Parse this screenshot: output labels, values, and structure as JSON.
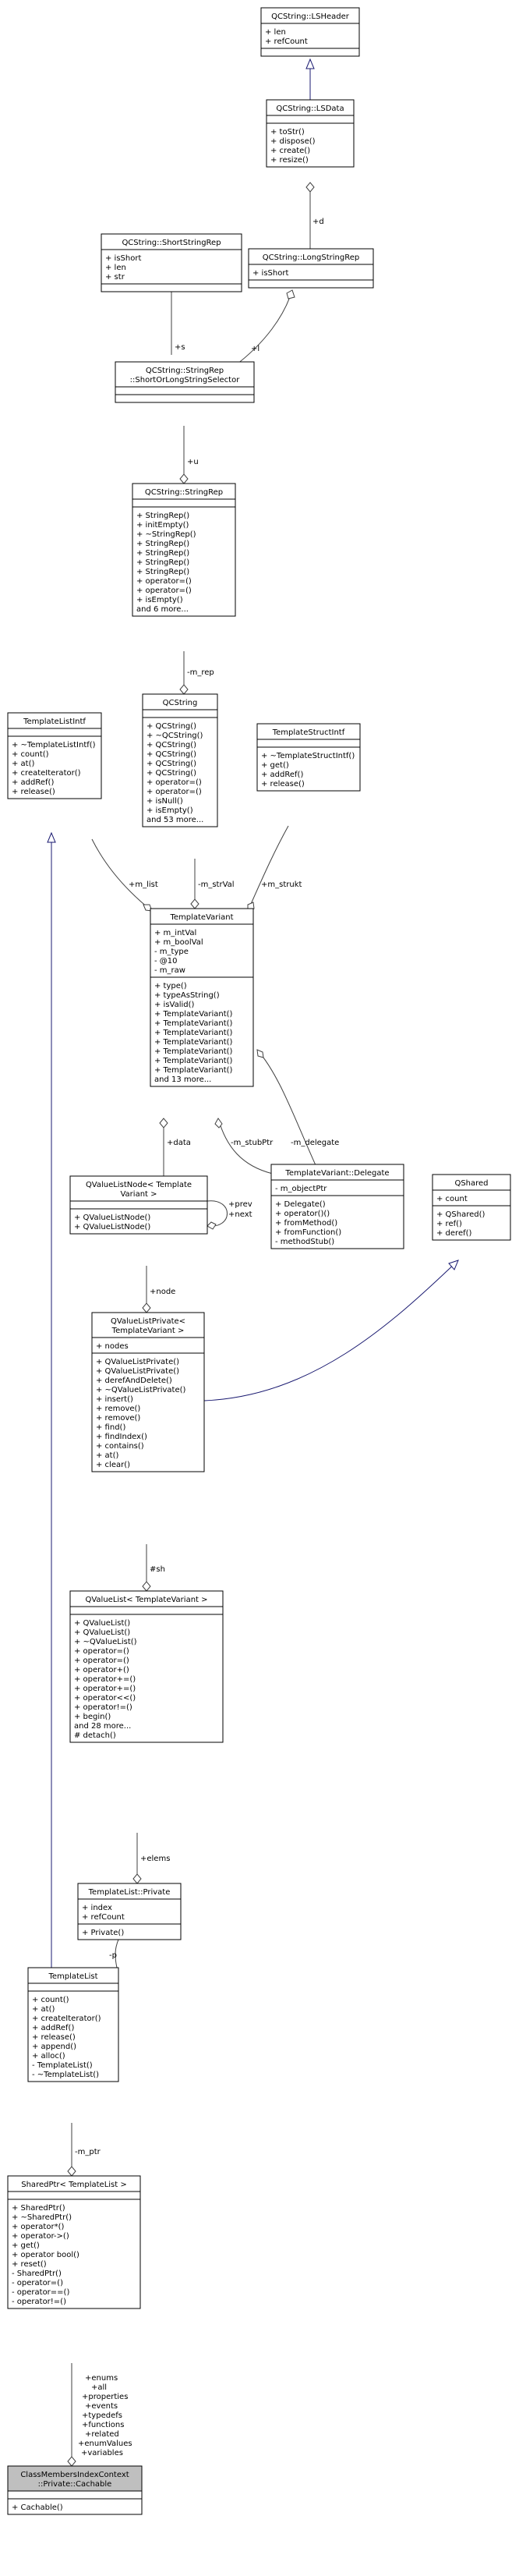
{
  "classes": [
    {
      "id": "lsheader",
      "title": [
        "QCString::LSHeader"
      ],
      "attrs": [
        "+ len",
        "+ refCount"
      ],
      "methods": []
    },
    {
      "id": "lsdata",
      "title": [
        "QCString::LSData"
      ],
      "attrs": [],
      "methods": [
        "+ toStr()",
        "+ dispose()",
        "+ create()",
        "+ resize()"
      ]
    },
    {
      "id": "shortstringrep",
      "title": [
        "QCString::ShortStringRep"
      ],
      "attrs": [
        "+ isShort",
        "+ len",
        "+ str"
      ],
      "methods": []
    },
    {
      "id": "longstringrep",
      "title": [
        "QCString::LongStringRep"
      ],
      "attrs": [
        "+ isShort"
      ],
      "methods": []
    },
    {
      "id": "stringrep_selector",
      "title": [
        "QCString::StringRep",
        "::ShortOrLongStringSelector"
      ],
      "attrs": [],
      "methods": []
    },
    {
      "id": "stringrep",
      "title": [
        "QCString::StringRep"
      ],
      "attrs": [],
      "methods": [
        "+ StringRep()",
        "+ initEmpty()",
        "+ ~StringRep()",
        "+ StringRep()",
        "+ StringRep()",
        "+ StringRep()",
        "+ StringRep()",
        "+ operator=()",
        "+ operator=()",
        "+ isEmpty()",
        "and 6 more..."
      ]
    },
    {
      "id": "templatelistintf",
      "title": [
        "TemplateListIntf"
      ],
      "attrs": [],
      "methods": [
        "+ ~TemplateListIntf()",
        "+ count()",
        "+ at()",
        "+ createIterator()",
        "+ addRef()",
        "+ release()"
      ]
    },
    {
      "id": "qcstring",
      "title": [
        "QCString"
      ],
      "attrs": [],
      "methods": [
        "+ QCString()",
        "+ ~QCString()",
        "+ QCString()",
        "+ QCString()",
        "+ QCString()",
        "+ QCString()",
        "+ operator=()",
        "+ operator=()",
        "+ isNull()",
        "+ isEmpty()",
        "and 53 more..."
      ]
    },
    {
      "id": "templatestructintf",
      "title": [
        "TemplateStructIntf"
      ],
      "attrs": [],
      "methods": [
        "+ ~TemplateStructIntf()",
        "+ get()",
        "+ addRef()",
        "+ release()"
      ]
    },
    {
      "id": "templatevariant",
      "title": [
        "TemplateVariant"
      ],
      "attrs": [
        "+ m_intVal",
        "+ m_boolVal",
        "- m_type",
        "- @10",
        "- m_raw"
      ],
      "methods": [
        "+ type()",
        "+ typeAsString()",
        "+ isValid()",
        "+ TemplateVariant()",
        "+ TemplateVariant()",
        "+ TemplateVariant()",
        "+ TemplateVariant()",
        "+ TemplateVariant()",
        "+ TemplateVariant()",
        "+ TemplateVariant()",
        "and 13 more..."
      ]
    },
    {
      "id": "qvaluelistnode",
      "title": [
        "QValueListNode< Template",
        "Variant >"
      ],
      "attrs": [],
      "methods": [
        "+ QValueListNode()",
        "+ QValueListNode()"
      ]
    },
    {
      "id": "delegate",
      "title": [
        "TemplateVariant::Delegate"
      ],
      "attrs": [
        "- m_objectPtr"
      ],
      "methods": [
        "+ Delegate()",
        "+ operator()()",
        "+ fromMethod()",
        "+ fromFunction()",
        "- methodStub()"
      ]
    },
    {
      "id": "qshared",
      "title": [
        "QShared"
      ],
      "attrs": [
        "+ count"
      ],
      "methods": [
        "+ QShared()",
        "+ ref()",
        "+ deref()"
      ]
    },
    {
      "id": "qvaluelistprivate",
      "title": [
        "QValueListPrivate<",
        "TemplateVariant >"
      ],
      "attrs": [
        "+ nodes"
      ],
      "methods": [
        "+ QValueListPrivate()",
        "+ QValueListPrivate()",
        "+ derefAndDelete()",
        "+ ~QValueListPrivate()",
        "+ insert()",
        "+ remove()",
        "+ remove()",
        "+ find()",
        "+ findIndex()",
        "+ contains()",
        "+ at()",
        "+ clear()"
      ]
    },
    {
      "id": "qvaluelist",
      "title": [
        "QValueList< TemplateVariant >"
      ],
      "attrs": [],
      "methods": [
        "+ QValueList()",
        "+ QValueList()",
        "+ ~QValueList()",
        "+ operator=()",
        "+ operator=()",
        "+ operator+()",
        "+ operator+=()",
        "+ operator+=()",
        "+ operator<<()",
        "+ operator!=()",
        "+ begin()",
        "and 28 more...",
        "# detach()"
      ]
    },
    {
      "id": "templatelist_private",
      "title": [
        "TemplateList::Private"
      ],
      "attrs": [
        "+ index",
        "+ refCount"
      ],
      "methods": [
        "+ Private()"
      ]
    },
    {
      "id": "templatelist",
      "title": [
        "TemplateList"
      ],
      "attrs": [],
      "methods": [
        "+ count()",
        "+ at()",
        "+ createIterator()",
        "+ addRef()",
        "+ release()",
        "+ append()",
        "+ alloc()",
        "- TemplateList()",
        "- ~TemplateList()"
      ]
    },
    {
      "id": "sharedptr",
      "title": [
        "SharedPtr< TemplateList >"
      ],
      "attrs": [],
      "methods": [
        "+ SharedPtr()",
        "+ ~SharedPtr()",
        "+ operator*()",
        "+ operator->()",
        "+ get()",
        "+ operator bool()",
        "+ reset()",
        "- SharedPtr()",
        "- operator=()",
        "- operator==()",
        "- operator!=()"
      ]
    },
    {
      "id": "cachable",
      "title": [
        "ClassMembersIndexContext",
        "::Private::Cachable"
      ],
      "attrs": [],
      "methods": [
        "+ Cachable()"
      ]
    }
  ],
  "edge_labels": {
    "lsdata_to_longstringrep": [
      "+d"
    ],
    "short_to_selector": [
      "+s"
    ],
    "long_to_selector": [
      "+l"
    ],
    "selector_to_stringrep": [
      "+u"
    ],
    "stringrep_to_qcstring": [
      "-m_rep"
    ],
    "list_to_variant": [
      "+m_list"
    ],
    "qcstring_to_variant": [
      "-m_strVal"
    ],
    "struct_to_variant": [
      "+m_strukt"
    ],
    "variant_to_node": [
      "+data"
    ],
    "delegate_to_variant_stub": [
      "-m_stubPtr"
    ],
    "delegate_to_variant_del": [
      "-m_delegate"
    ],
    "node_self": [
      "+prev",
      "+next"
    ],
    "node_to_private": [
      "+node"
    ],
    "private_to_qvaluelist": [
      "#sh"
    ],
    "qvaluelist_to_tlprivate": [
      "+elems"
    ],
    "tlprivate_to_templatelist": [
      "-p"
    ],
    "templatelist_to_sharedptr": [
      "-m_ptr"
    ],
    "sharedptr_to_cachable": [
      "+enums",
      "+all",
      "+properties",
      "+events",
      "+typedefs",
      "+functions",
      "+related",
      "+enumValues",
      "+variables"
    ]
  }
}
